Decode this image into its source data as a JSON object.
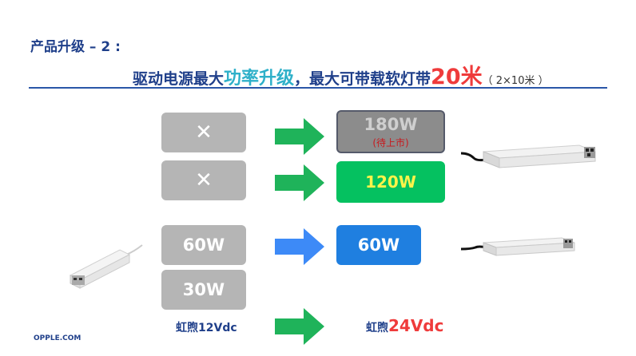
{
  "title": "产品升级 – 2 :",
  "headline": {
    "part1": "驱动电源最大",
    "part2": "功率升级",
    "part3": "，最大可带载软灯带",
    "part4": "20米",
    "part5": "（ 2×10米 ）"
  },
  "left_boxes": [
    {
      "label": "✕"
    },
    {
      "label": "✕"
    },
    {
      "label": "60W"
    },
    {
      "label": "30W"
    }
  ],
  "right_boxes": {
    "w180": {
      "label": "180W",
      "sub": "(待上市)"
    },
    "w120": {
      "label": "120W"
    },
    "w60": {
      "label": "60W"
    }
  },
  "captions": {
    "left_prefix": "虹煦",
    "left_value": "12Vdc",
    "right_prefix": "虹煦",
    "right_value": "24Vdc"
  },
  "colors": {
    "arrow_green": "#1fb35a",
    "arrow_blue": "#3d8af7",
    "brand_blue": "#1f3f8a"
  },
  "footer": "OPPLE.COM"
}
